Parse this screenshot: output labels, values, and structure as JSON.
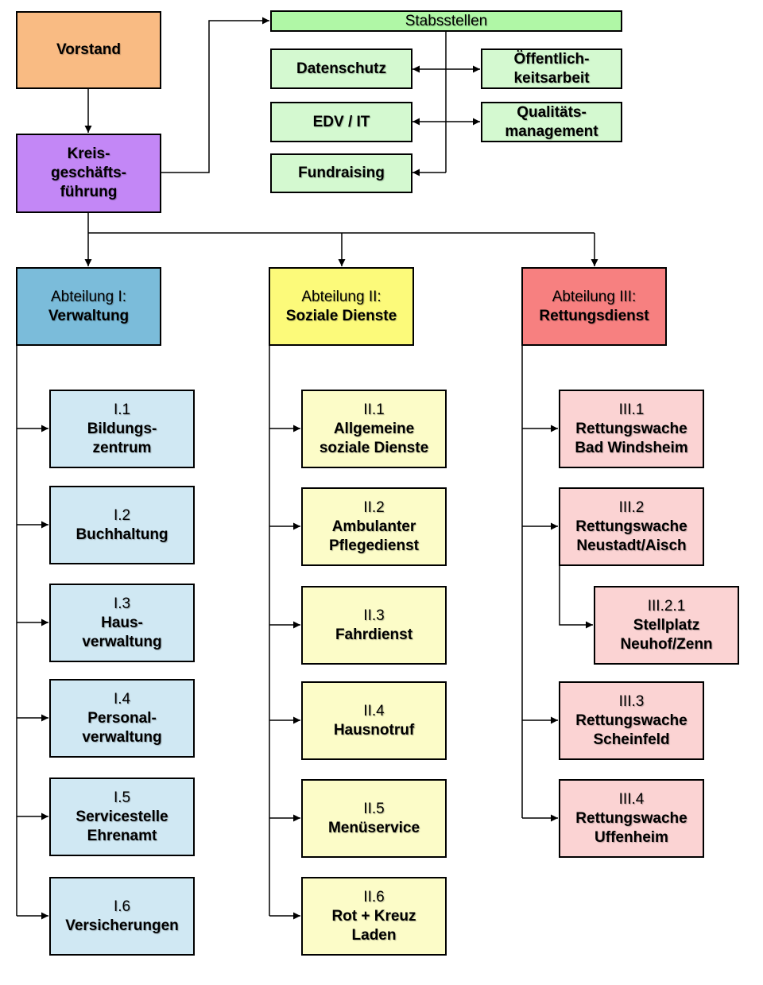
{
  "colors": {
    "vorstand": "#f9bb83",
    "geschaeftsfuehrung": "#c387f6",
    "stabsstellen_header": "#b0f7a6",
    "stabsstellen": "#d4f9d0",
    "abteilung_1": "#7bbcda",
    "abteilung_1_units": "#d0e8f3",
    "abteilung_2": "#fcfa7a",
    "abteilung_2_units": "#fcfcc8",
    "abteilung_3": "#f78080",
    "abteilung_3_units": "#fbd3d3"
  },
  "top": {
    "vorstand": "Vorstand",
    "geschaeftsfuehrung": [
      "Kreis-",
      "geschäfts-",
      "führung"
    ]
  },
  "stabsstellen": {
    "header": "Stabsstellen",
    "datenschutz": "Datenschutz",
    "edv": "EDV / IT",
    "fundraising": "Fundraising",
    "oeffentlichkeitsarbeit": [
      "Öffentlich-",
      "keitsarbeit"
    ],
    "qualitaetsmanagement": [
      "Qualitäts-",
      "management"
    ]
  },
  "departments": [
    {
      "code": "Abteilung I:",
      "name": "Verwaltung"
    },
    {
      "code": "Abteilung II:",
      "name": "Soziale Dienste"
    },
    {
      "code": "Abteilung III:",
      "name": "Rettungsdienst"
    }
  ],
  "dept1_units": [
    {
      "code": "I.1",
      "lines": [
        "Bildungs-",
        "zentrum"
      ]
    },
    {
      "code": "I.2",
      "lines": [
        "Buchhaltung"
      ]
    },
    {
      "code": "I.3",
      "lines": [
        "Haus-",
        "verwaltung"
      ]
    },
    {
      "code": "I.4",
      "lines": [
        "Personal-",
        "verwaltung"
      ]
    },
    {
      "code": "I.5",
      "lines": [
        "Servicestelle",
        "Ehrenamt"
      ]
    },
    {
      "code": "I.6",
      "lines": [
        "Versicherungen"
      ]
    }
  ],
  "dept2_units": [
    {
      "code": "II.1",
      "lines": [
        "Allgemeine",
        "soziale Dienste"
      ]
    },
    {
      "code": "II.2",
      "lines": [
        "Ambulanter",
        "Pflegedienst"
      ]
    },
    {
      "code": "II.3",
      "lines": [
        "Fahrdienst"
      ]
    },
    {
      "code": "II.4",
      "lines": [
        "Hausnotruf"
      ]
    },
    {
      "code": "II.5",
      "lines": [
        "Menüservice"
      ]
    },
    {
      "code": "II.6",
      "lines": [
        "Rot + Kreuz",
        "Laden"
      ]
    }
  ],
  "dept3_units": [
    {
      "code": "III.1",
      "lines": [
        "Rettungswache",
        "Bad Windsheim"
      ]
    },
    {
      "code": "III.2",
      "lines": [
        "Rettungswache",
        "Neustadt/Aisch"
      ]
    },
    {
      "code": "III.2.1",
      "lines": [
        "Stellplatz",
        "Neuhof/Zenn"
      ]
    },
    {
      "code": "III.3",
      "lines": [
        "Rettungswache",
        "Scheinfeld"
      ]
    },
    {
      "code": "III.4",
      "lines": [
        "Rettungswache",
        "Uffenheim"
      ]
    }
  ]
}
